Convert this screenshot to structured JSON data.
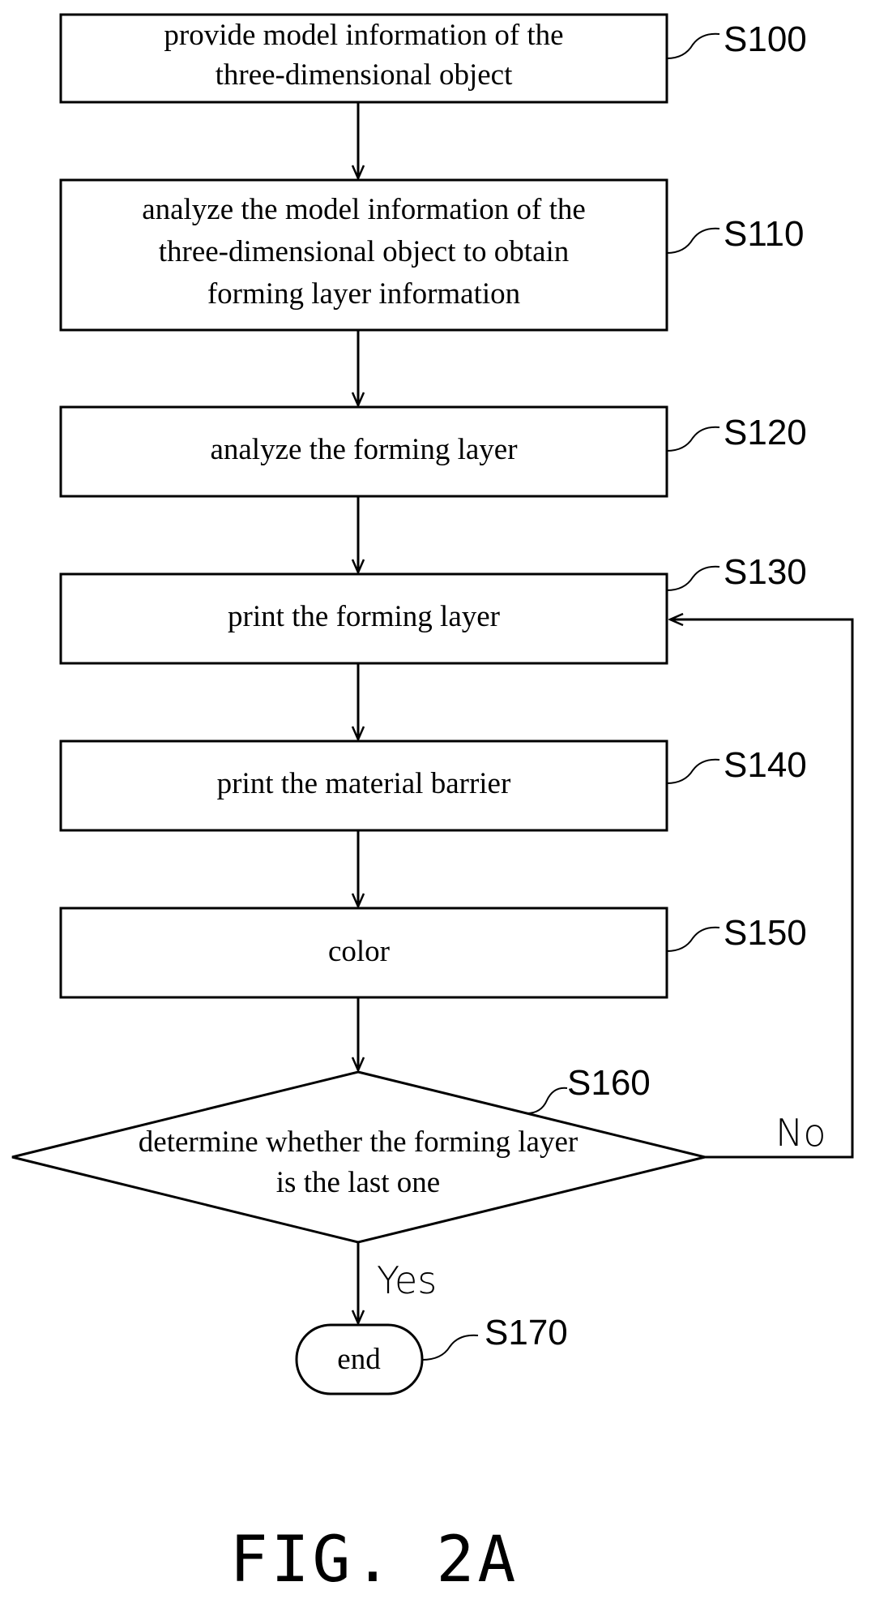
{
  "figure_label": "FIG. 2A",
  "steps": [
    {
      "id": "S100",
      "lines": [
        "provide model information of the",
        "three-dimensional object"
      ]
    },
    {
      "id": "S110",
      "lines": [
        "analyze the model information of the",
        "three-dimensional object to obtain",
        "forming layer information"
      ]
    },
    {
      "id": "S120",
      "lines": [
        "analyze the forming layer"
      ]
    },
    {
      "id": "S130",
      "lines": [
        "print the forming layer"
      ]
    },
    {
      "id": "S140",
      "lines": [
        "print the material barrier"
      ]
    },
    {
      "id": "S150",
      "lines": [
        "color"
      ]
    }
  ],
  "decision": {
    "id": "S160",
    "lines": [
      "determine whether the forming layer",
      "is the last one"
    ]
  },
  "branches": {
    "no": "No",
    "yes": "Yes"
  },
  "terminal": {
    "id": "S170",
    "label": "end"
  },
  "colors": {
    "ink": "#000000",
    "paper": "#ffffff"
  }
}
